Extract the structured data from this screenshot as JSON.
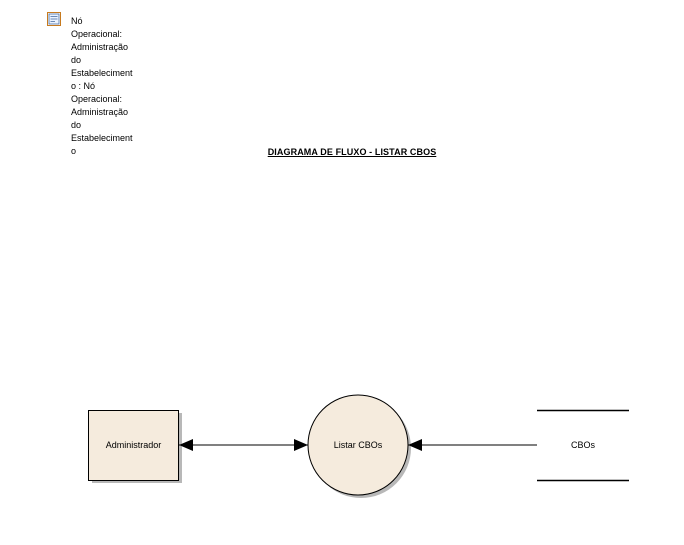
{
  "note": {
    "icon": "note-icon",
    "text": "Nó\nOperacional:\nAdministração\ndo\nEstabeleciment\no : Nó\nOperacional:\nAdministração\ndo\nEstabeleciment\no"
  },
  "diagram": {
    "title": "DIAGRAMA DE FLUXO - LISTAR CBOS",
    "nodes": {
      "actor": "Administrador",
      "process": "Listar CBOs",
      "datastore": "CBOs"
    },
    "colors": {
      "fill": "#F5EBDD",
      "stroke": "#000000",
      "shadow": "#B8B8B8"
    }
  }
}
